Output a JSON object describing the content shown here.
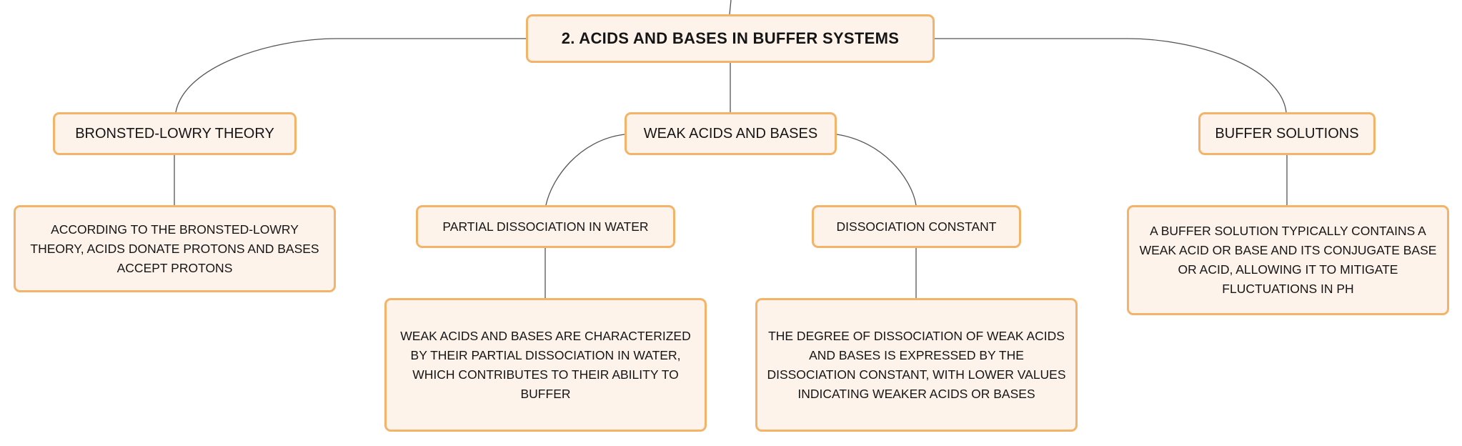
{
  "root": {
    "label": "2. ACIDS AND BASES IN BUFFER SYSTEMS"
  },
  "topics": [
    {
      "label": "BRONSTED-LOWRY THEORY",
      "description": "ACCORDING TO THE BRONSTED-LOWRY THEORY, ACIDS DONATE PROTONS AND BASES ACCEPT PROTONS"
    },
    {
      "label": "WEAK ACIDS AND BASES",
      "subtopics": [
        {
          "label": "PARTIAL DISSOCIATION IN WATER",
          "description": "WEAK ACIDS AND BASES ARE CHARACTERIZED BY THEIR PARTIAL DISSOCIATION IN WATER, WHICH CONTRIBUTES TO THEIR ABILITY TO BUFFER"
        },
        {
          "label": "DISSOCIATION CONSTANT",
          "description": "THE DEGREE OF DISSOCIATION OF WEAK ACIDS AND BASES IS EXPRESSED BY THE DISSOCIATION CONSTANT, WITH LOWER VALUES INDICATING WEAKER ACIDS OR BASES"
        }
      ]
    },
    {
      "label": "BUFFER SOLUTIONS",
      "description": "A BUFFER SOLUTION TYPICALLY CONTAINS A WEAK ACID OR BASE AND ITS CONJUGATE BASE OR ACID, ALLOWING IT TO MITIGATE FLUCTUATIONS IN PH"
    }
  ],
  "colors": {
    "node_fill": "#fdf3ea",
    "node_border": "#f3b469",
    "connector": "#555555",
    "text": "#151515"
  }
}
